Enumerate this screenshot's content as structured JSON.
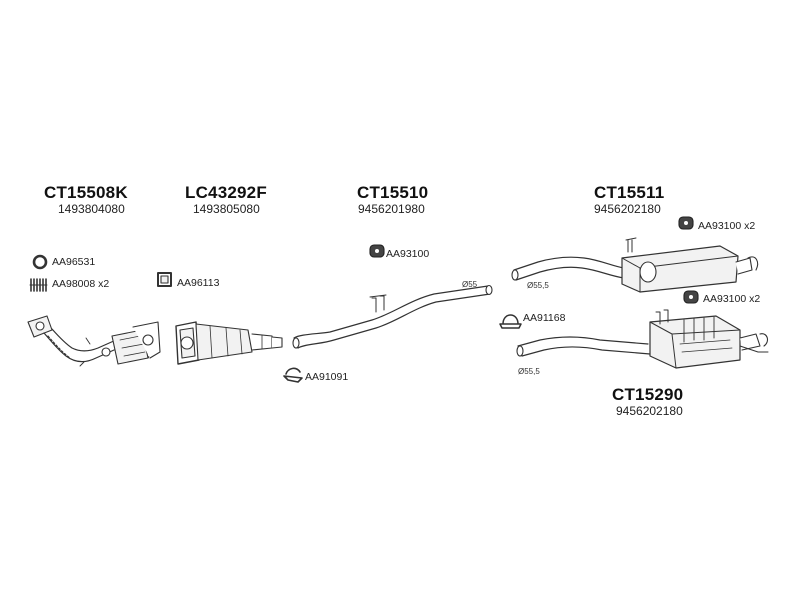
{
  "groups": [
    {
      "code": "CT15508K",
      "oe": "1493804080"
    },
    {
      "code": "LC43292F",
      "oe": "1493805080"
    },
    {
      "code": "CT15510",
      "oe": "9456201980"
    },
    {
      "code": "CT15511",
      "oe": "9456202180"
    },
    {
      "code": "CT15290",
      "oe": "9456202180"
    }
  ],
  "accessories": {
    "aa96531": "AA96531",
    "aa98008": "AA98008 x2",
    "aa96113": "AA96113",
    "aa91091": "AA91091",
    "aa93100_mid": "AA93100",
    "aa93100_top": "AA93100 x2",
    "aa93100_low": "AA93100 x2",
    "aa91168": "AA91168"
  },
  "diameters": {
    "mid_pipe": "Ø55",
    "rear_top": "Ø55,5",
    "rear_low": "Ø55,5"
  },
  "colors": {
    "outline": "#333333",
    "fill": "#f2f2f2",
    "background": "#ffffff"
  }
}
